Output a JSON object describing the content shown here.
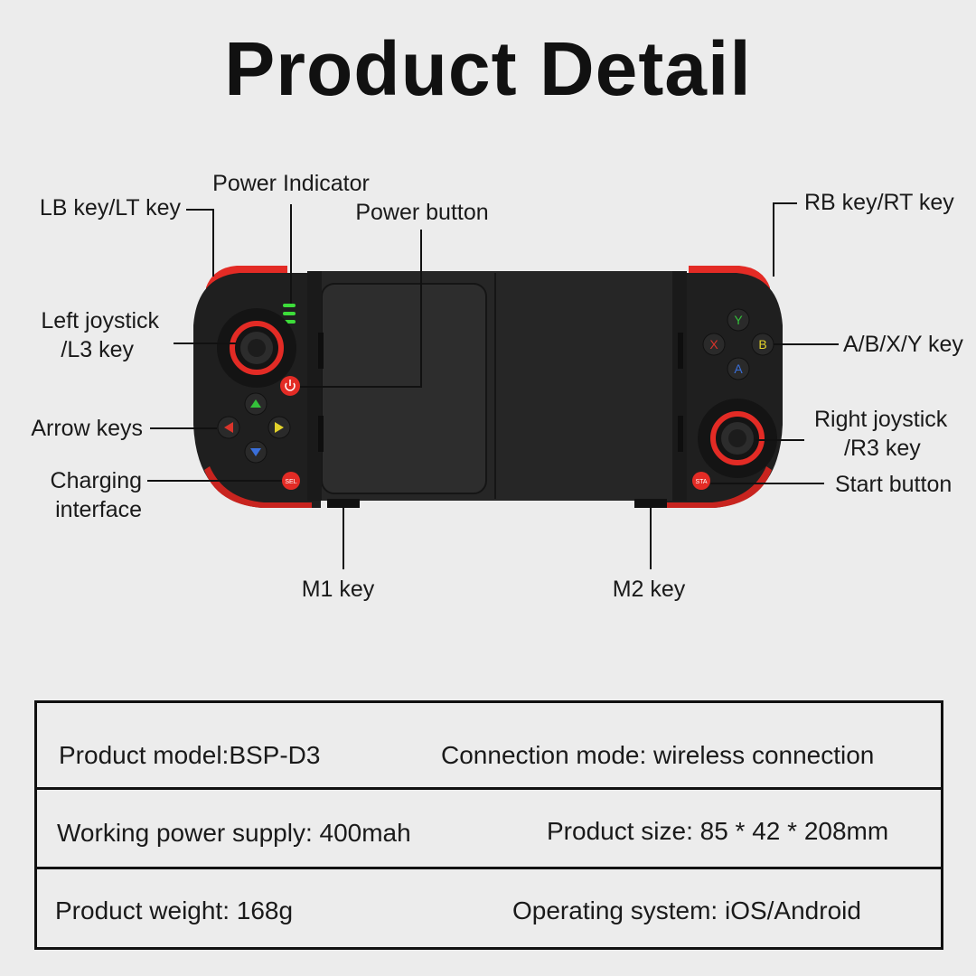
{
  "title": "Product Detail",
  "labels": {
    "lb": "LB key/LT key",
    "power_indicator": "Power Indicator",
    "power_button": "Power button",
    "rb": "RB key/RT key",
    "left_joystick_1": "Left joystick",
    "left_joystick_2": "/L3 key",
    "abxy": "A/B/X/Y key",
    "arrow_keys": "Arrow keys",
    "right_joystick_1": "Right joystick",
    "right_joystick_2": "/R3 key",
    "charging_1": "Charging",
    "charging_2": "interface",
    "start_button": "Start button",
    "m1": "M1 key",
    "m2": "M2 key"
  },
  "buttons": {
    "y": "Y",
    "x": "X",
    "b": "B",
    "a": "A",
    "sel": "SEL",
    "sta": "STA"
  },
  "colors": {
    "body": "#1e1e1e",
    "accent_red": "#e32b25",
    "led_green": "#3ddc3a",
    "y_color": "#34c03a",
    "x_color": "#d9342b",
    "b_color": "#e3d22b",
    "a_color": "#3a6fd9"
  },
  "specs": {
    "model": "Product model:BSP-D3",
    "connection": "Connection mode: wireless connection",
    "power_supply": "Working power supply: 400mah",
    "size": "Product size: 85 * 42 * 208mm",
    "weight": "Product weight: 168g",
    "os": "Operating system: iOS/Android"
  }
}
